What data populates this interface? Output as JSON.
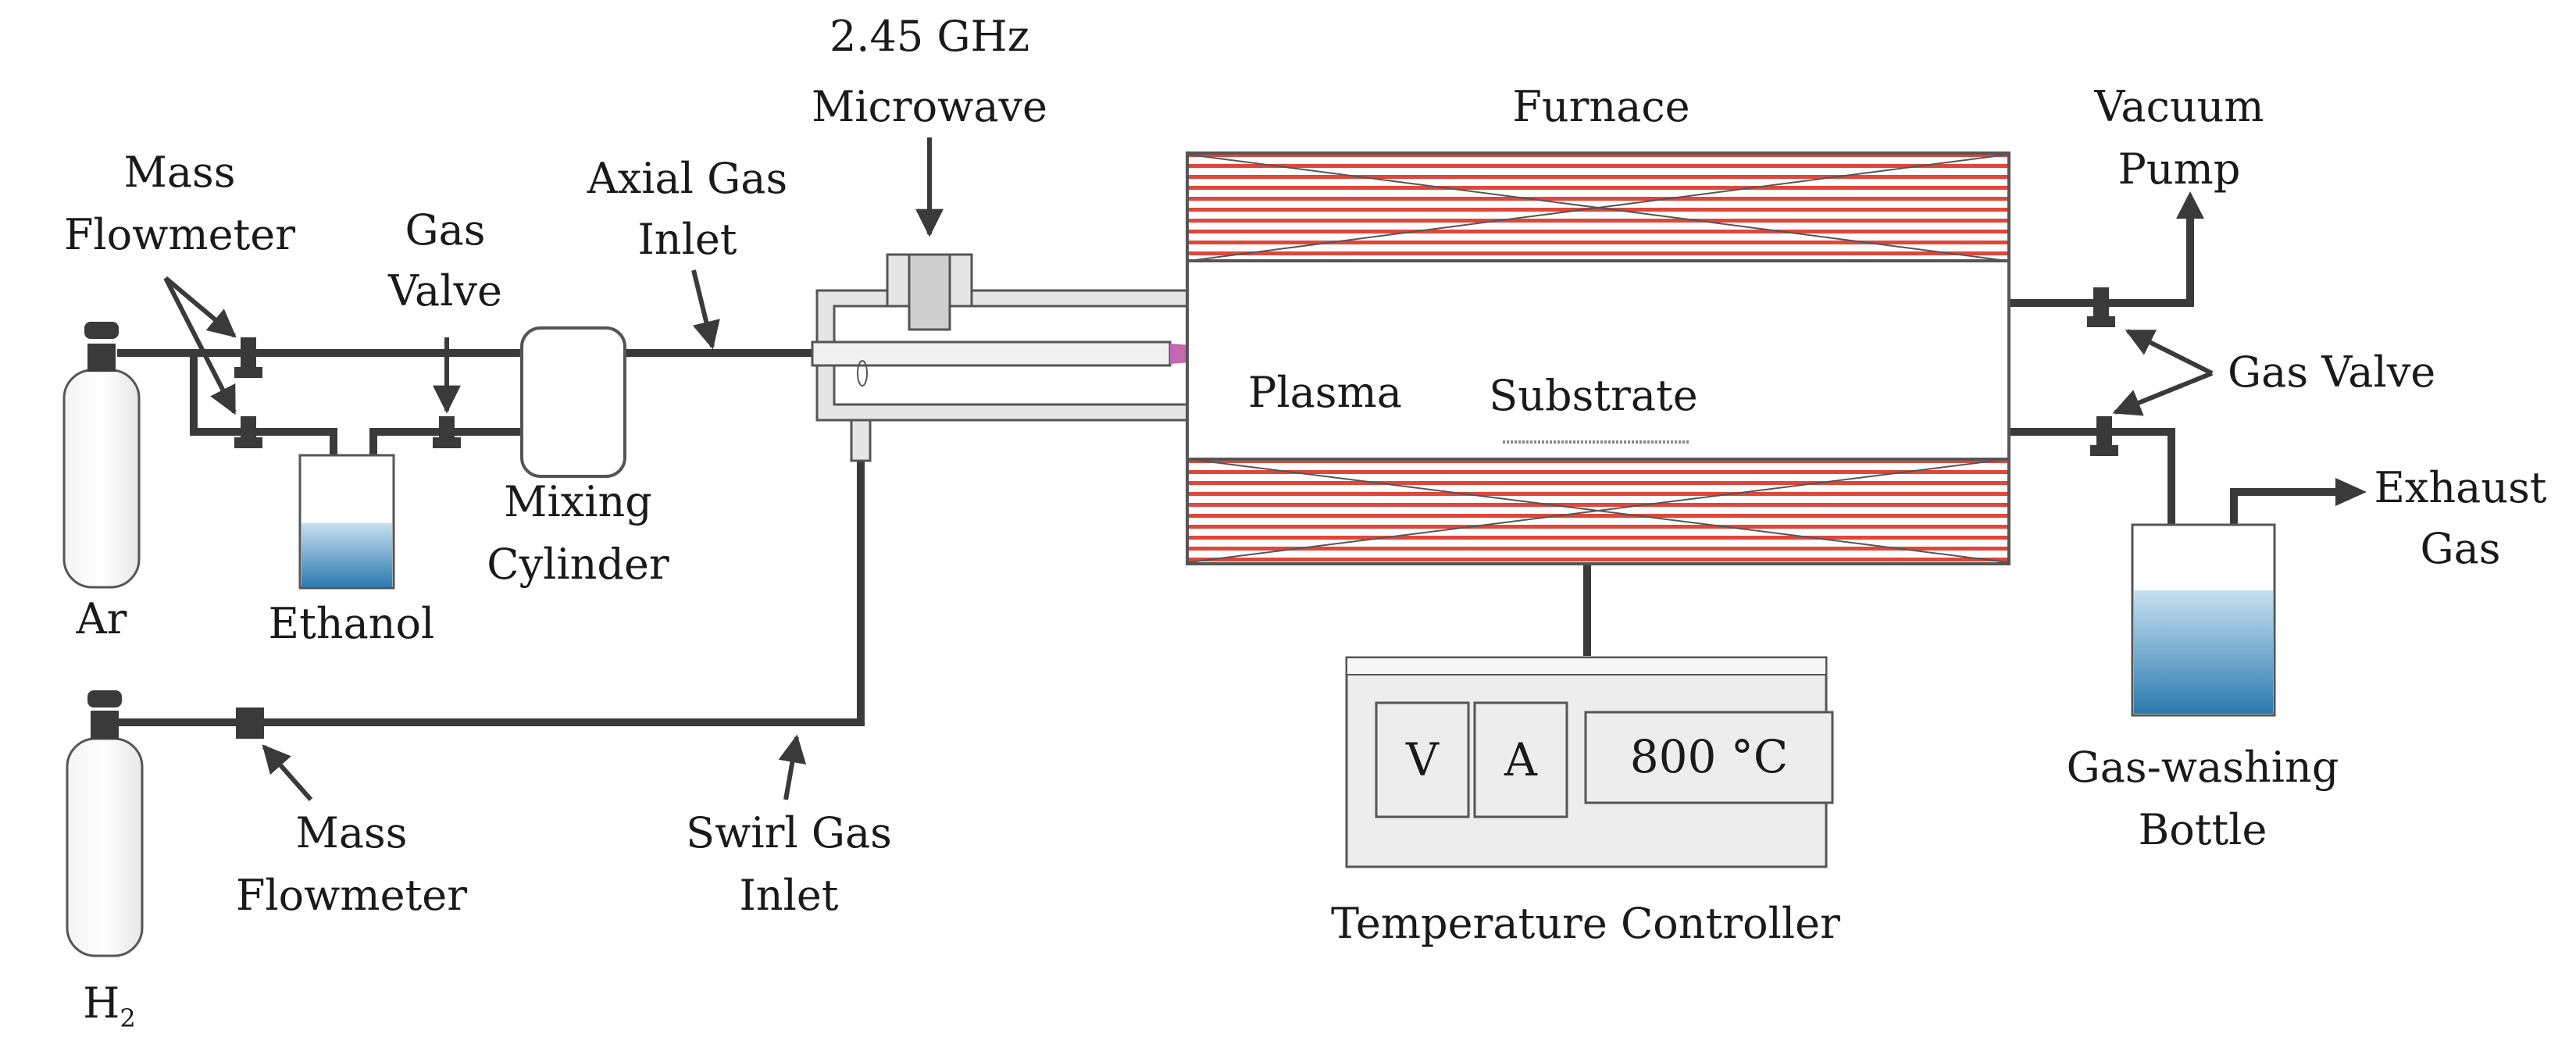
{
  "labels": {
    "microwave_freq": "2.45 GHz",
    "microwave": "Microwave",
    "furnace": "Furnace",
    "vacuum_line1": "Vacuum",
    "vacuum_line2": "Pump",
    "mass_flowmeter_top_1": "Mass",
    "mass_flowmeter_top_2": "Flowmeter",
    "gas_valve_left_1": "Gas",
    "gas_valve_left_2": "Valve",
    "axial_1": "Axial Gas",
    "axial_2": "Inlet",
    "plasma": "Plasma",
    "substrate": "Substrate",
    "gas_valve_right": "Gas Valve",
    "exhaust_1": "Exhaust",
    "exhaust_2": "Gas",
    "mixing_1": "Mixing",
    "mixing_2": "Cylinder",
    "ar": "Ar",
    "ethanol": "Ethanol",
    "h2_main": "H",
    "h2_sub": "2",
    "mass_flowmeter_bottom_1": "Mass",
    "mass_flowmeter_bottom_2": "Flowmeter",
    "swirl_1": "Swirl Gas",
    "swirl_2": "Inlet",
    "temp_controller": "Temperature Controller",
    "gas_washing_1": "Gas-washing",
    "gas_washing_2": "Bottle"
  },
  "controller": {
    "voltage": "V",
    "current": "A",
    "temperature": "800 °C"
  },
  "colors": {
    "line": "#3a3a3a",
    "heater_stripe": "#e0463a",
    "liquid_top": "#c8e0f0",
    "liquid_bottom": "#2a7ab0"
  }
}
